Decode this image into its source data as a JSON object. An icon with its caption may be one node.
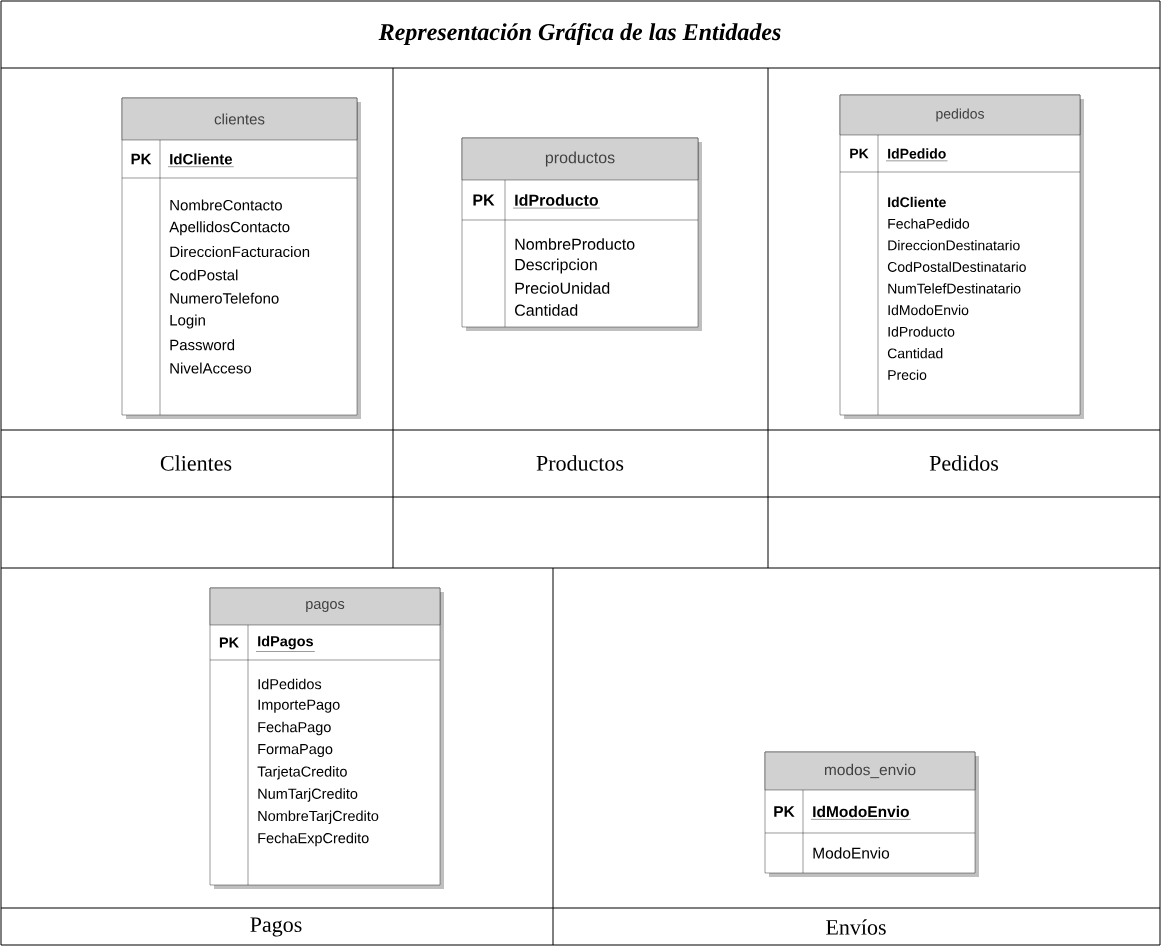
{
  "diagram": {
    "title": "Representación Gráfica de las Entidades",
    "nodes": [
      {
        "text": [
          "clientes",
          "PK",
          "IdCliente",
          "NombreContacto",
          "ApellidosContacto",
          "DireccionFacturacion",
          "CodPostal",
          "NumeroTelefono",
          "Login",
          "Password",
          "NivelAcceso"
        ]
      },
      {
        "text": [
          "productos",
          "PK",
          "IdProducto",
          "NombreProducto",
          "Descripcion",
          "PrecioUnidad",
          "Cantidad"
        ]
      },
      {
        "text": [
          "pedidos",
          "PK",
          "IdPedido",
          "**IdCliente**",
          "FechaPedido",
          "DireccionDestinatario",
          "CodPostalDestinatario",
          "NumTelefDestinatario",
          "IdModoEnvio",
          "IdProducto",
          "Cantidad",
          "Precio"
        ]
      },
      {
        "text": [
          "pagos",
          "PK",
          "IdPagos",
          "IdPedidos",
          "ImportePago",
          "FechaPago",
          "FormaPago",
          "TarjetaCredito",
          "NumTarjCredito",
          "NombreTarjCredito",
          "FechaExpCredito"
        ]
      },
      {
        "text": [
          "modos_envio",
          "PK",
          "IdModoEnvio",
          "ModoEnvio"
        ]
      }
    ],
    "labels": [
      "Clientes",
      "Productos",
      "Pedidos",
      "Pagos",
      "Envíos"
    ]
  }
}
